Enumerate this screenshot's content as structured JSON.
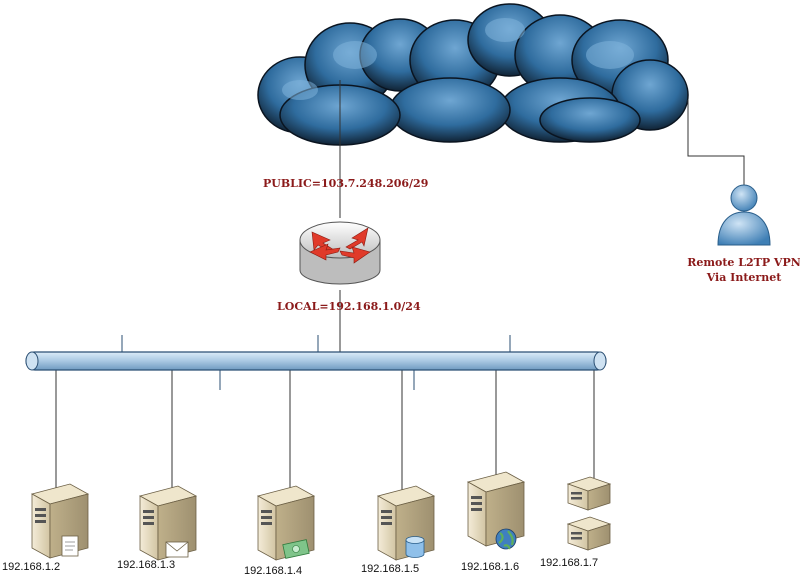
{
  "labels": {
    "public": "PUBLIC=103.7.248.206/29",
    "local": "LOCAL=192.168.1.0/24",
    "remote_line1": "Remote L2TP VPN",
    "remote_line2": "Via Internet"
  },
  "hosts": [
    {
      "ip": "192.168.1.2",
      "badge": "document-icon"
    },
    {
      "ip": "192.168.1.3",
      "badge": "envelope-icon"
    },
    {
      "ip": "192.168.1.4",
      "badge": "money-icon"
    },
    {
      "ip": "192.168.1.5",
      "badge": "database-icon"
    },
    {
      "ip": "192.168.1.6",
      "badge": "globe-icon"
    },
    {
      "ip": "192.168.1.7",
      "badge": "server-rack-icon"
    }
  ],
  "colors": {
    "label_red": "#8b1a1a",
    "bus_blue": "#a9c8e2",
    "cloud_blue": "#2f6c9e",
    "router_arrow": "#e03a2a"
  }
}
